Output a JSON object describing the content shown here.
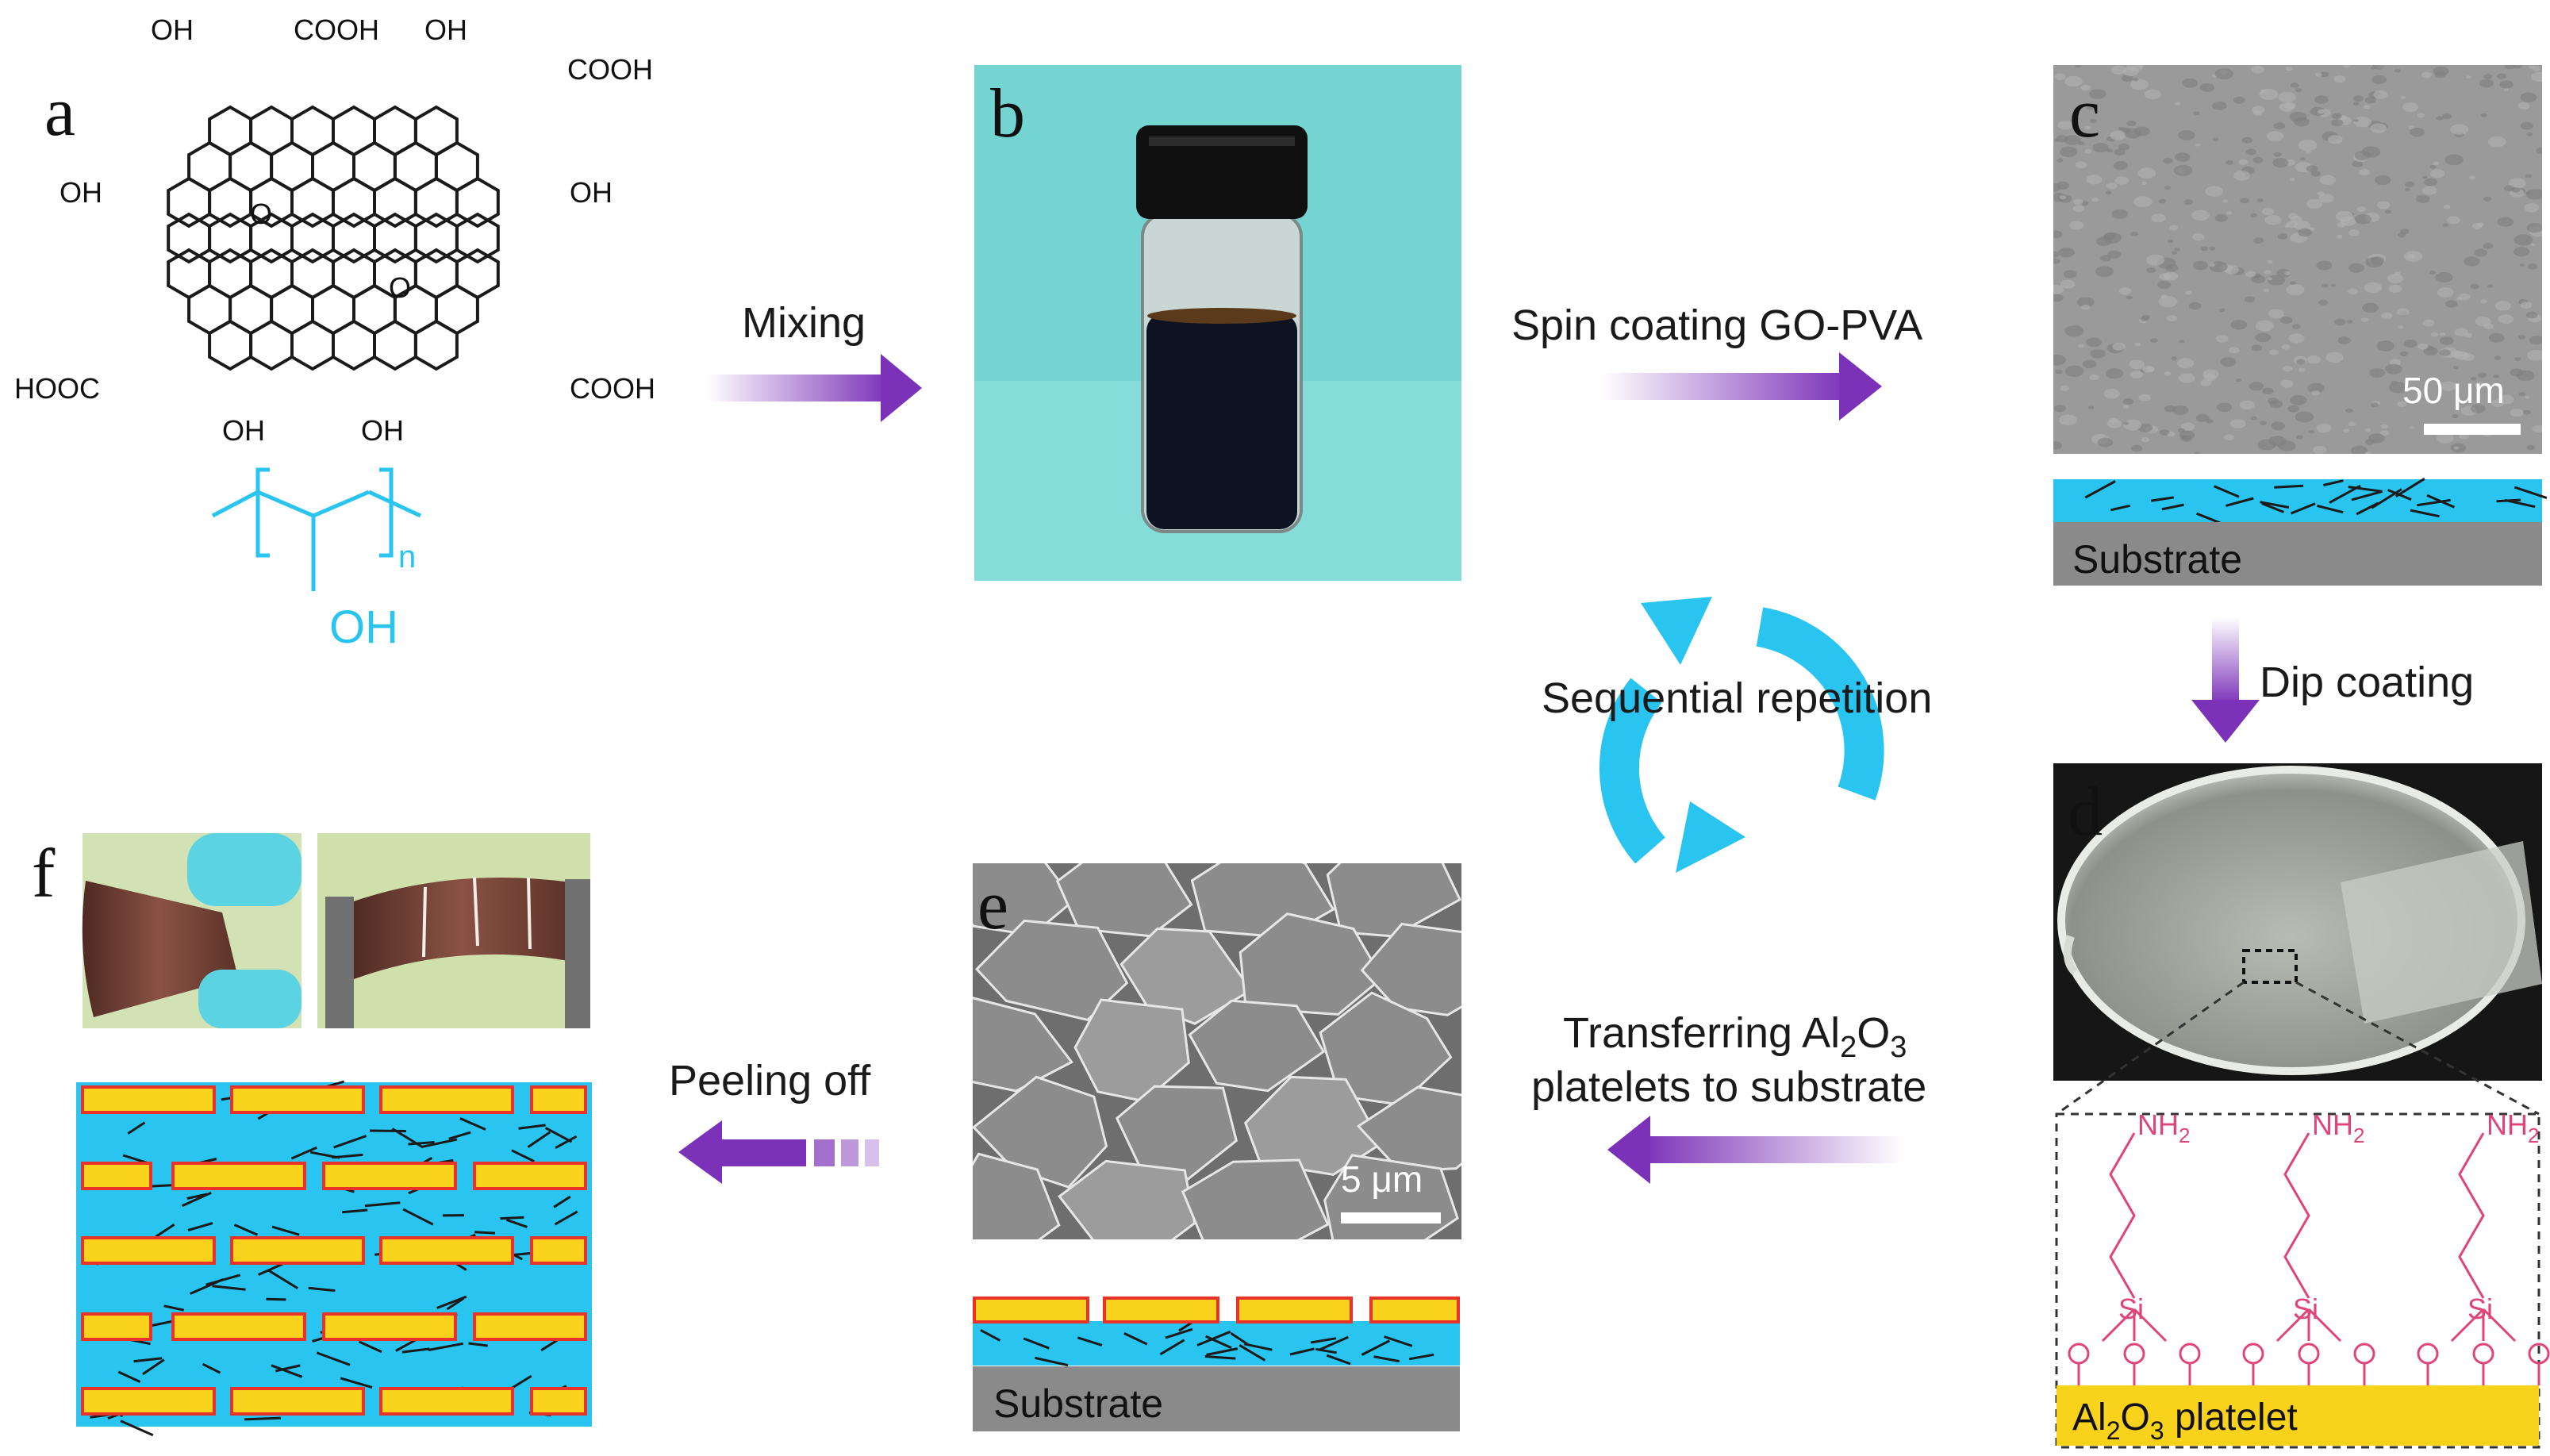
{
  "panels": {
    "a": "a",
    "b": "b",
    "c": "c",
    "d": "d",
    "e": "e",
    "f": "f"
  },
  "go_groups": {
    "oh": "OH",
    "cooh": "COOH",
    "hooc": "HOOC",
    "o": "O"
  },
  "pva": {
    "n": "n",
    "oh": "OH"
  },
  "steps": {
    "mixing": "Mixing",
    "spin_coating": "Spin coating GO-PVA",
    "dip_coating": "Dip coating",
    "sequential_repetition": "Sequential repetition",
    "transferring_line1_pre": "Transferring Al",
    "transferring_line1_sub1": "2",
    "transferring_line1_mid": "O",
    "transferring_line1_sub2": "3",
    "transferring_line2": "platelets to substrate",
    "peeling_off": "Peeling off"
  },
  "scale_bars": {
    "c": "50 μm",
    "e": "5 μm"
  },
  "substrate_label": "Substrate",
  "silane": {
    "nh2": "NH",
    "nh2_sub": "2",
    "si": "Si",
    "o": "O"
  },
  "platelet": {
    "pre": "Al",
    "sub1": "2",
    "mid": "O",
    "sub2": "3",
    "post": " platelet"
  },
  "colors": {
    "cyan": "#29c4ef",
    "arrow": "#7c32b8",
    "yellow": "#f9d21c",
    "red_outline": "#e8322a",
    "substrate_gray": "#8a8a8a",
    "silane_red": "#e0457a"
  }
}
